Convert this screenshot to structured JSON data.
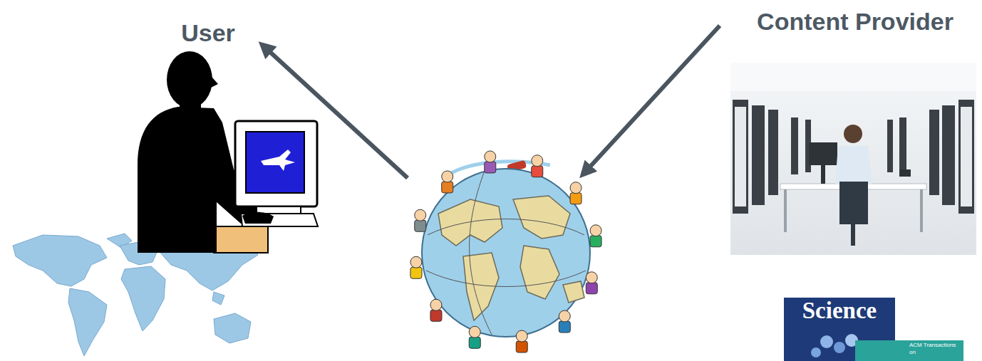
{
  "diagram": {
    "nodes": [
      {
        "text": [
          "User"
        ]
      },
      {
        "text": [
          "Content Provider"
        ]
      }
    ],
    "labels": [
      "Science",
      "ACM Transactions on"
    ]
  }
}
